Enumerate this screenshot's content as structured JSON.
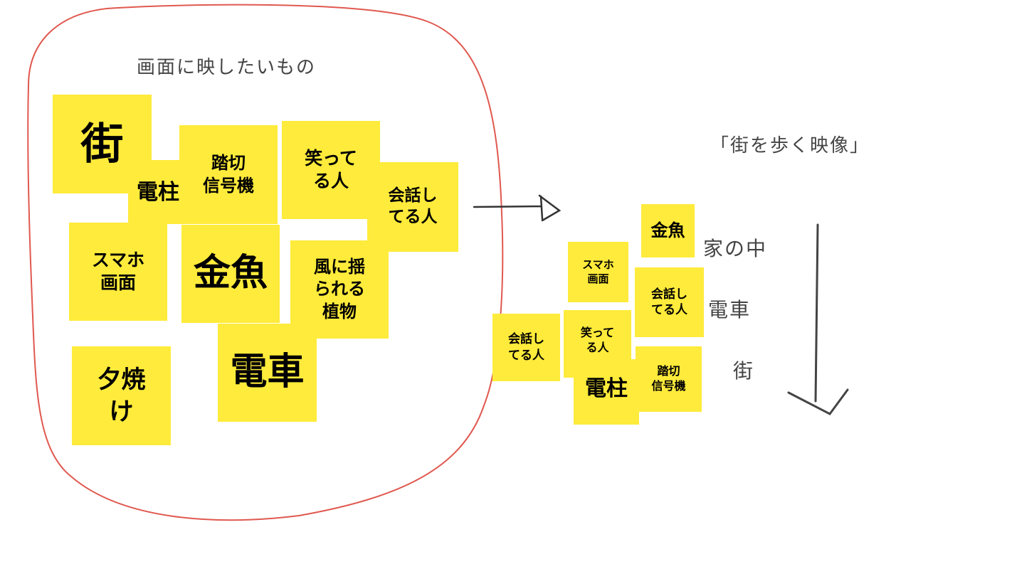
{
  "colors": {
    "sticky": "#ffeb3b",
    "outline": "#e0584f",
    "ink": "#333333"
  },
  "left_group": {
    "title": "画面に映したいもの",
    "notes": [
      "街",
      "踏切\n信号機",
      "電柱",
      "笑って\nる人",
      "会話し\nてる人",
      "スマホ\n画面",
      "金魚",
      "風に揺\nられる\n植物",
      "電車",
      "夕焼\nけ"
    ]
  },
  "right_group": {
    "title": "「街を歩く映像」",
    "notes": [
      "金魚",
      "スマホ\n画面",
      "会話し\nてる人",
      "会話し\nてる人",
      "笑って\nる人",
      "踏切\n信号機",
      "電柱"
    ],
    "labels": [
      "家の中",
      "電車",
      "街"
    ]
  }
}
